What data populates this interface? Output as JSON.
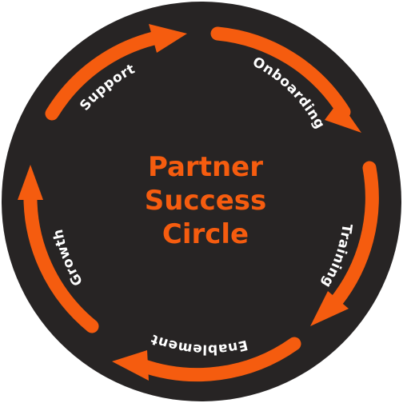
{
  "diagram": {
    "center_lines": [
      "Partner",
      "Success",
      "Circle"
    ],
    "stages": [
      "Onboarding",
      "Training",
      "Enablement",
      "Growth",
      "Support"
    ],
    "colors": {
      "background": "#272424",
      "accent": "#f55c0f",
      "label": "#ffffff"
    }
  }
}
